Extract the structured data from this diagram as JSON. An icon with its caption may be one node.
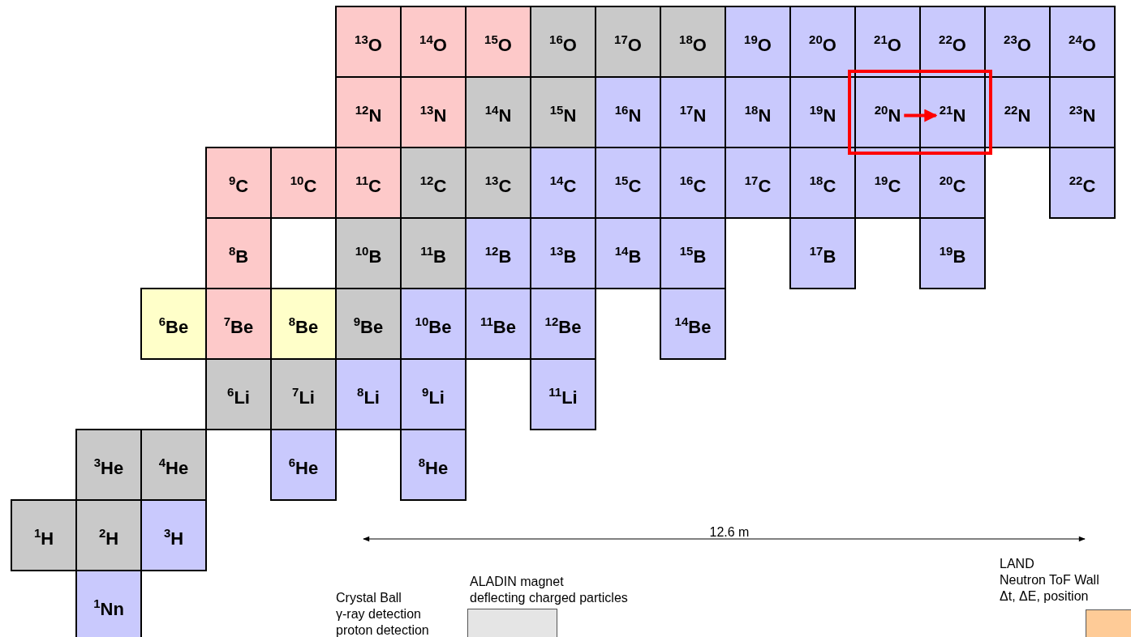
{
  "diagram": {
    "nodes": [
      {
        "text": [
          "$^{13}$O"
        ]
      },
      {
        "text": [
          "$^{14}$O"
        ]
      },
      {
        "text": [
          "$^{15}$O"
        ]
      },
      {
        "text": [
          "$^{16}$O"
        ]
      },
      {
        "text": [
          "$^{17}$O"
        ]
      },
      {
        "text": [
          "$^{18}$O"
        ]
      },
      {
        "text": [
          "$^{19}$O"
        ]
      },
      {
        "text": [
          "$^{20}$O"
        ]
      },
      {
        "text": [
          "$^{21}$O"
        ]
      },
      {
        "text": [
          "$^{22}$O"
        ]
      },
      {
        "text": [
          "$^{23}$O"
        ]
      },
      {
        "text": [
          "$^{24}$O"
        ]
      },
      {
        "text": [
          "$^{12}$N"
        ]
      },
      {
        "text": [
          "$^{13}$N"
        ]
      },
      {
        "text": [
          "$^{14}$N"
        ]
      },
      {
        "text": [
          "$^{15}$N"
        ]
      },
      {
        "text": [
          "$^{16}$N"
        ]
      },
      {
        "text": [
          "$^{17}$N"
        ]
      },
      {
        "text": [
          "$^{18}$N"
        ]
      },
      {
        "text": [
          "$^{19}$N"
        ]
      },
      {
        "text": [],
        "shape": "box"
      },
      {
        "text": [
          "$^{20}$N"
        ],
        "in": 20
      },
      {
        "text": [
          "$^{21}$N"
        ],
        "in": 20
      },
      {
        "text": [
          "$^{22}$N"
        ]
      },
      {
        "text": [
          "$^{23}$N"
        ]
      },
      {
        "text": [
          "$^{9}$C"
        ]
      },
      {
        "text": [
          "$^{10}$C"
        ]
      },
      {
        "text": [
          "$^{11}$C"
        ]
      },
      {
        "text": [
          "$^{12}$C"
        ]
      },
      {
        "text": [
          "$^{13}$C"
        ]
      },
      {
        "text": [
          "$^{14}$C"
        ]
      },
      {
        "text": [
          "$^{15}$C"
        ]
      },
      {
        "text": [
          "$^{16}$C"
        ]
      },
      {
        "text": [
          "$^{17}$C"
        ]
      },
      {
        "text": [
          "$^{18}$C"
        ]
      },
      {
        "text": [
          "$^{19}$C"
        ]
      },
      {
        "text": [
          "$^{20}$C"
        ]
      },
      {
        "text": [
          "$^{22}$C"
        ]
      },
      {
        "text": [
          "$^{8}$B"
        ]
      },
      {
        "text": [
          "$^{10}$B"
        ]
      },
      {
        "text": [
          "$^{11}$B"
        ]
      },
      {
        "text": [
          "$^{12}$B"
        ]
      },
      {
        "text": [
          "$^{13}$B"
        ]
      },
      {
        "text": [
          "$^{14}$B"
        ]
      },
      {
        "text": [
          "$^{15}$B"
        ]
      },
      {
        "text": [
          "$^{17}$B"
        ]
      },
      {
        "text": [
          "$^{19}$B"
        ]
      },
      {
        "text": [
          "$^{6}$Be"
        ]
      },
      {
        "text": [
          "$^{7}$Be"
        ]
      },
      {
        "text": [
          "$^{8}$Be"
        ]
      },
      {
        "text": [
          "$^{9}$Be"
        ]
      },
      {
        "text": [
          "$^{10}$Be"
        ]
      },
      {
        "text": [
          "$^{11}$Be"
        ]
      },
      {
        "text": [
          "$^{12}$Be"
        ]
      },
      {
        "text": [
          "$^{14}$Be"
        ]
      },
      {
        "text": [
          "$^{6}$Li"
        ]
      },
      {
        "text": [
          "$^{7}$Li"
        ]
      },
      {
        "text": [
          "$^{8}$Li"
        ]
      },
      {
        "text": [
          "$^{9}$Li"
        ]
      },
      {
        "text": [
          "$^{11}$Li"
        ]
      },
      {
        "text": [
          "$^{3}$He"
        ]
      },
      {
        "text": [
          "$^{4}$He"
        ]
      },
      {
        "text": [
          "$^{6}$He"
        ]
      },
      {
        "text": [
          "$^{8}$He"
        ]
      },
      {
        "text": [
          "$^{1}$H"
        ]
      },
      {
        "text": [
          "$^{2}$H"
        ]
      },
      {
        "text": [
          "$^{3}$H"
        ]
      },
      {
        "text": [
          "$^{1}$Nn"
        ]
      },
      {
        "text": [
          "ALADIN magnet",
          "deflecting charged particles"
        ]
      },
      {
        "text": [
          "LAND",
          "Neutron ToF Wall",
          "Δt, ΔE, position"
        ]
      }
    ],
    "edges": [
      {
        "from": 21,
        "to": 22,
        "arrow": "to"
      }
    ],
    "labels": [
      "12.6 m",
      "Crystal Ball",
      "γ-ray detection",
      "proton detection"
    ]
  }
}
